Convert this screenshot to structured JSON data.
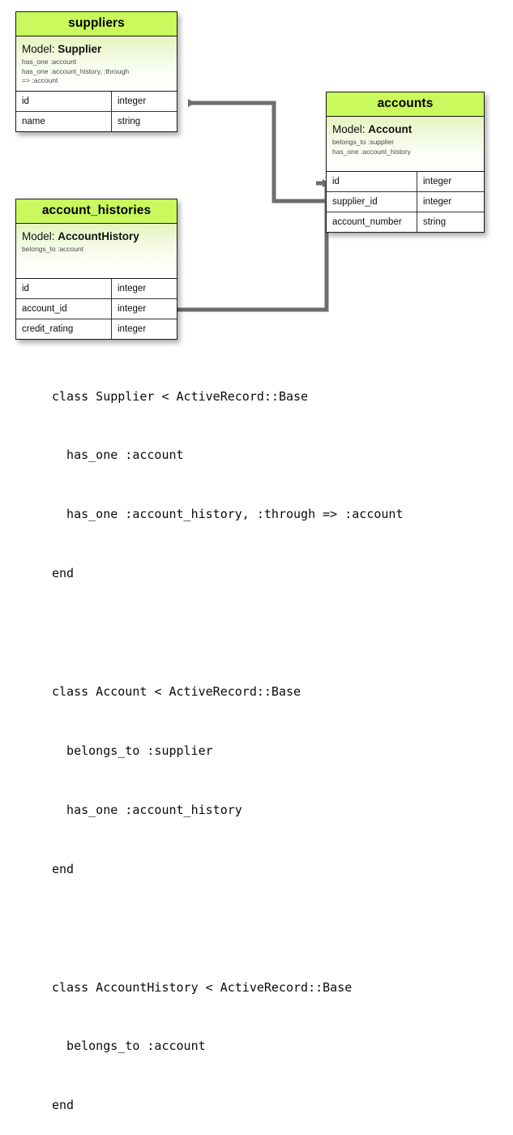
{
  "diagram": {
    "entities": [
      {
        "id": "suppliers",
        "title": "suppliers",
        "model_label": "Model:",
        "model_name": "Supplier",
        "associations": [
          "has_one :account",
          "has_one :account_history, :through",
          "=> :account"
        ],
        "attributes": [
          {
            "name": "id",
            "type": "integer"
          },
          {
            "name": "name",
            "type": "string"
          }
        ]
      },
      {
        "id": "accounts",
        "title": "accounts",
        "model_label": "Model:",
        "model_name": "Account",
        "associations": [
          "belongs_to :supplier",
          "has_one :account_history"
        ],
        "attributes": [
          {
            "name": "id",
            "type": "integer"
          },
          {
            "name": "supplier_id",
            "type": "integer"
          },
          {
            "name": "account_number",
            "type": "string"
          }
        ]
      },
      {
        "id": "account_histories",
        "title": "account_histories",
        "model_label": "Model:",
        "model_name": "AccountHistory",
        "associations": [
          "belongs_to :account"
        ],
        "attributes": [
          {
            "name": "id",
            "type": "integer"
          },
          {
            "name": "account_id",
            "type": "integer"
          },
          {
            "name": "credit_rating",
            "type": "integer"
          }
        ]
      }
    ],
    "relationships": [
      {
        "name": "accounts-supplier_id-to-suppliers-id",
        "from": "accounts.supplier_id",
        "to": "suppliers.id"
      },
      {
        "name": "account_histories-account_id-to-accounts-id",
        "from": "account_histories.account_id",
        "to": "accounts.id"
      }
    ],
    "colors": {
      "header_green": "#c9f95c",
      "model_gradient_top": "#e4f4bd",
      "model_gradient_bottom": "#ffffff",
      "border": "#1a1a1a",
      "connector": "#6e6e6e",
      "background": "#ffffff"
    }
  },
  "code": {
    "lines": [
      "class Supplier < ActiveRecord::Base",
      "  has_one :account",
      "  has_one :account_history, :through => :account",
      "end",
      "",
      "class Account < ActiveRecord::Base",
      "  belongs_to :supplier",
      "  has_one :account_history",
      "end",
      "",
      "class AccountHistory < ActiveRecord::Base",
      "  belongs_to :account",
      "end"
    ]
  }
}
